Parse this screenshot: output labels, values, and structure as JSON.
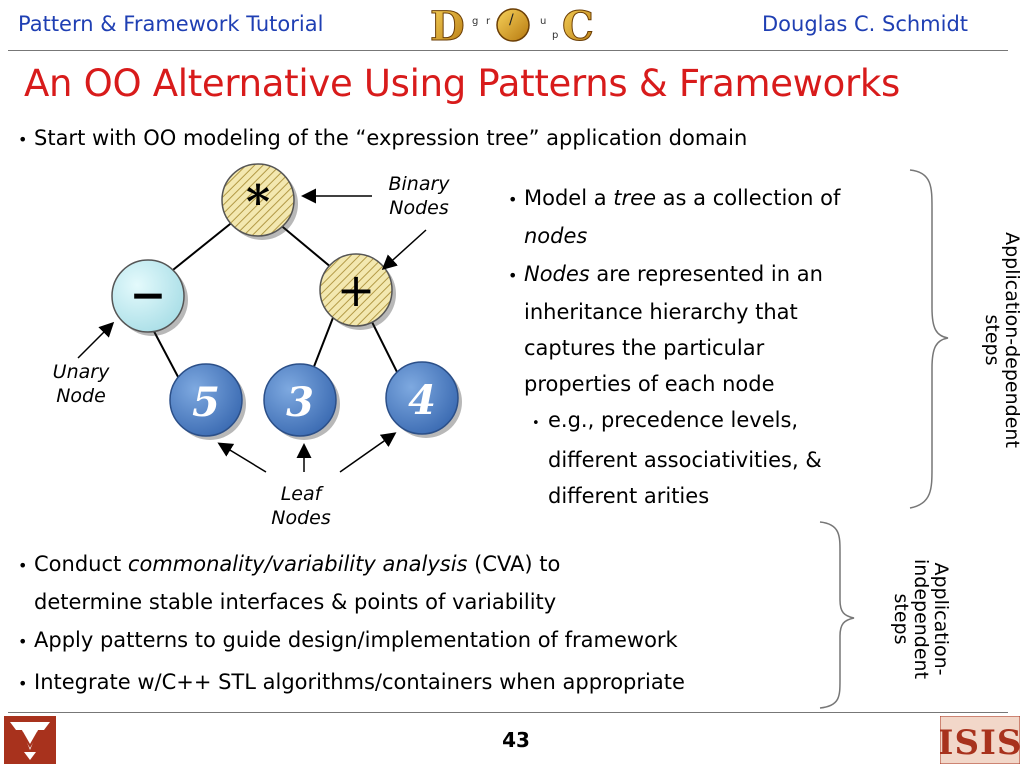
{
  "header": {
    "left": "Pattern & Framework Tutorial",
    "right": "Douglas C. Schmidt",
    "logo_letters": [
      "D",
      "r",
      "/",
      "u",
      "C",
      "g",
      "p"
    ]
  },
  "title": "An OO Alternative Using Patterns & Frameworks",
  "intro_bullet": "Start with OO modeling of the “expression tree” application domain",
  "diagram": {
    "binary_label_1": "Binary",
    "binary_label_2": "Nodes",
    "unary_label_1": "Unary",
    "unary_label_2": "Node",
    "leaf_label_1": "Leaf",
    "leaf_label_2": "Nodes",
    "nodes": [
      "*",
      "−",
      "+",
      "5",
      "3",
      "4"
    ]
  },
  "right_bullets": {
    "b1_pre": "Model a ",
    "b1_it1": "tree",
    "b1_mid": " as a collection of",
    "b1_it2": "nodes",
    "b2_it": "Nodes",
    "b2_line1": " are represented in an",
    "b2_line2": "inheritance hierarchy that",
    "b2_line3": "captures the particular",
    "b2_line4": "properties of each node",
    "sub_line1": "e.g., precedence levels,",
    "sub_line2": "different associativities, &",
    "sub_line3": "different arities"
  },
  "brace_labels": {
    "dependent_1": "Application-dependent",
    "dependent_2": "steps",
    "independent_1": "Application-",
    "independent_2": "independent",
    "independent_3": "steps"
  },
  "bottom_bullets": {
    "c1_pre": "Conduct ",
    "c1_it": "commonality/variability analysis",
    "c1_post": " (CVA) to",
    "c1_line2": "determine stable interfaces & points of variability",
    "c2": "Apply patterns to guide design/implementation of framework",
    "c3": "Integrate w/C++ STL algorithms/containers when appropriate"
  },
  "footer": {
    "page": "43",
    "right_logo": "ISIS"
  },
  "colors": {
    "header_text": "#1f3fb3",
    "title": "#d81b1b",
    "leaf_node": "#4a7fc6",
    "unary_node": "#bfe8ee",
    "binary_node": "#efe3a8",
    "logo_red": "#a8321d"
  }
}
